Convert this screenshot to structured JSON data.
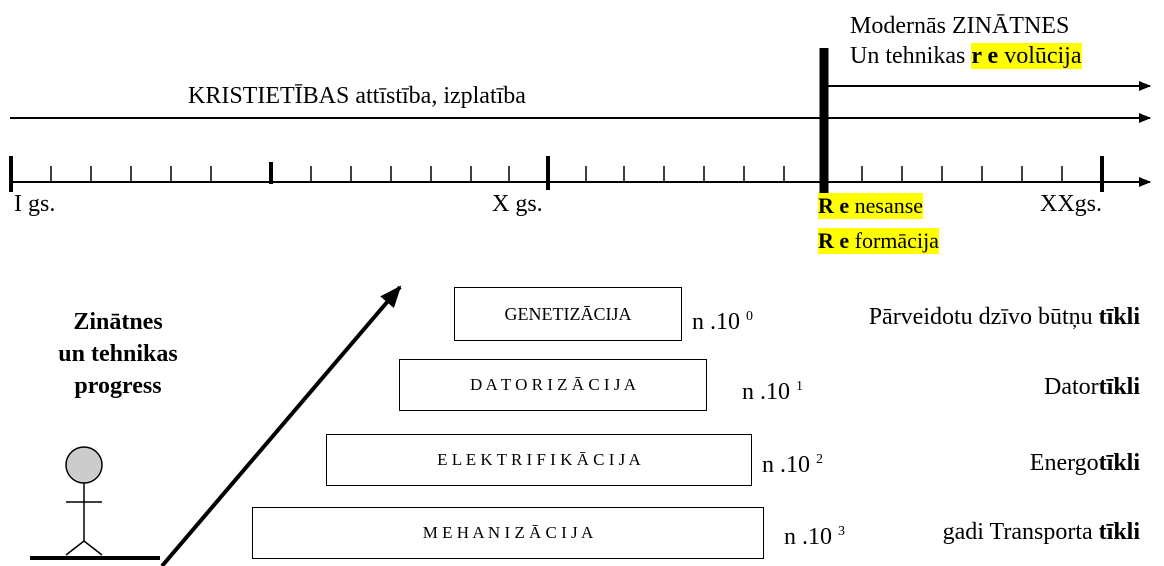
{
  "modern_title_line1": "Modernās ZINĀTNES",
  "modern_title_line2_prefix": "Un tehnikas ",
  "modern_title_line2_hl_bold": "r e",
  "modern_title_line2_hl_rest": " volūcija",
  "christianity_label": "KRISTIETĪBAS  attīstība, izplatība",
  "timeline": {
    "label_1": "I gs.",
    "label_10": "X gs.",
    "label_20": "XXgs.",
    "renaissance_bold": "R e",
    "renaissance_rest": " nesanse",
    "reformation_bold": "R e",
    "reformation_rest": " formācija"
  },
  "progress_label": [
    "Zinātnes",
    "un tehnikas",
    "progress"
  ],
  "levels": [
    {
      "box": "GENETIZĀCIJA",
      "order": "n .10",
      "exp": "0",
      "note_prefix": "Pārveidotu dzīvo būtņu ",
      "note_bold": "tīkli"
    },
    {
      "box": "D A T O R I Z Ā C I J A",
      "order": "n .10",
      "exp": "1",
      "note_prefix": "Dator",
      "note_bold": "tīkli"
    },
    {
      "box": "E L E K T R I F I K Ā C I J A",
      "order": "n .10",
      "exp": "2",
      "note_prefix": "Energo",
      "note_bold": "tīkli"
    },
    {
      "box": "M  E  H  A  N  I  Z  Ā  C  I  J  A",
      "order": "n .10",
      "exp": "3",
      "note_prefix": " gadi  Transporta ",
      "note_bold": "tīkli"
    }
  ]
}
